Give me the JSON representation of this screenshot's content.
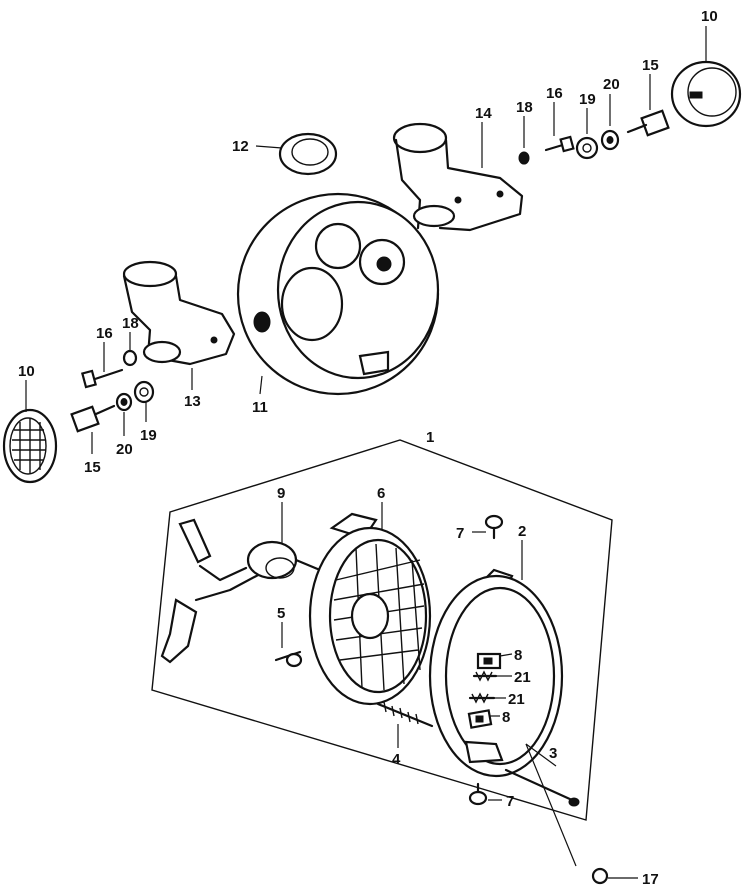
{
  "callouts": [
    {
      "key": "c10a",
      "text": "10"
    },
    {
      "key": "c15a",
      "text": "15"
    },
    {
      "key": "c20a",
      "text": "20"
    },
    {
      "key": "c19a",
      "text": "19"
    },
    {
      "key": "c16a",
      "text": "16"
    },
    {
      "key": "c18a",
      "text": "18"
    },
    {
      "key": "c14",
      "text": "14"
    },
    {
      "key": "c12",
      "text": "12"
    },
    {
      "key": "c10b",
      "text": "10"
    },
    {
      "key": "c16b",
      "text": "16"
    },
    {
      "key": "c18b",
      "text": "18"
    },
    {
      "key": "c13",
      "text": "13"
    },
    {
      "key": "c11",
      "text": "11"
    },
    {
      "key": "c15b",
      "text": "15"
    },
    {
      "key": "c20b",
      "text": "20"
    },
    {
      "key": "c19b",
      "text": "19"
    },
    {
      "key": "c1",
      "text": "1"
    },
    {
      "key": "c9",
      "text": "9"
    },
    {
      "key": "c6",
      "text": "6"
    },
    {
      "key": "c7a",
      "text": "7"
    },
    {
      "key": "c2",
      "text": "2"
    },
    {
      "key": "c5",
      "text": "5"
    },
    {
      "key": "c8a",
      "text": "8"
    },
    {
      "key": "c21a",
      "text": "21"
    },
    {
      "key": "c21b",
      "text": "21"
    },
    {
      "key": "c8b",
      "text": "8"
    },
    {
      "key": "c4",
      "text": "4"
    },
    {
      "key": "c3",
      "text": "3"
    },
    {
      "key": "c7b",
      "text": "7"
    },
    {
      "key": "c17",
      "text": "17"
    }
  ]
}
